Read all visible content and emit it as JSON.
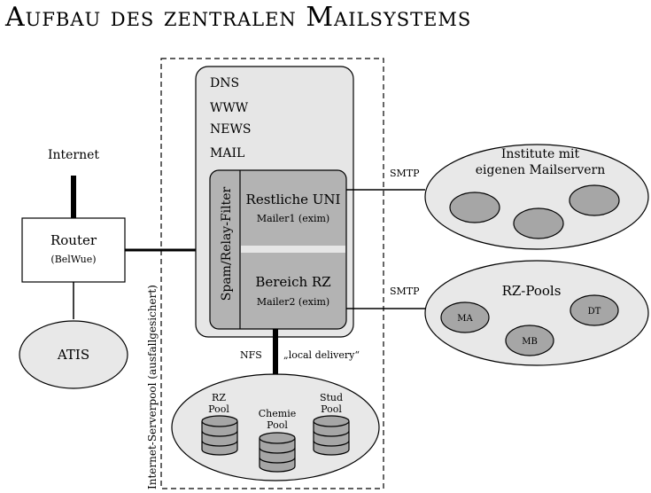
{
  "title": "Aufbau des zentralen Mailsystems",
  "internet": {
    "label": "Internet"
  },
  "router": {
    "label": "Router",
    "sublabel": "(BelWue)"
  },
  "atis": {
    "label": "ATIS"
  },
  "serverpool": {
    "label": "Internet-Serverpool (ausfallgesichert)",
    "services": [
      "DNS",
      "WWW",
      "NEWS",
      "MAIL"
    ],
    "filter": "Spam/Relay-Filter",
    "mailer_uni": {
      "label": "Restliche UNI",
      "sublabel": "Mailer1 (exim)"
    },
    "mailer_rz": {
      "label": "Bereich RZ",
      "sublabel": "Mailer2 (exim)"
    }
  },
  "links": {
    "smtp_institute": "SMTP",
    "smtp_rzpools": "SMTP",
    "nfs": "NFS",
    "local_delivery": "„local delivery“"
  },
  "institute": {
    "label_line1": "Institute mit",
    "label_line2": "eigenen Mailservern"
  },
  "rzpools": {
    "label": "RZ-Pools",
    "nodes": [
      "MA",
      "DT",
      "MB"
    ]
  },
  "storage": {
    "rz_pool": [
      "RZ",
      "Pool"
    ],
    "chemie_pool": [
      "Chemie",
      "Pool"
    ],
    "stud_pool": [
      "Stud",
      "Pool"
    ]
  },
  "colors": {
    "box_fill": "#e6e6e6",
    "inner_fill": "#b3b3b3",
    "node_fill": "#a6a6a6",
    "pool_fill": "#e8e8e8"
  }
}
